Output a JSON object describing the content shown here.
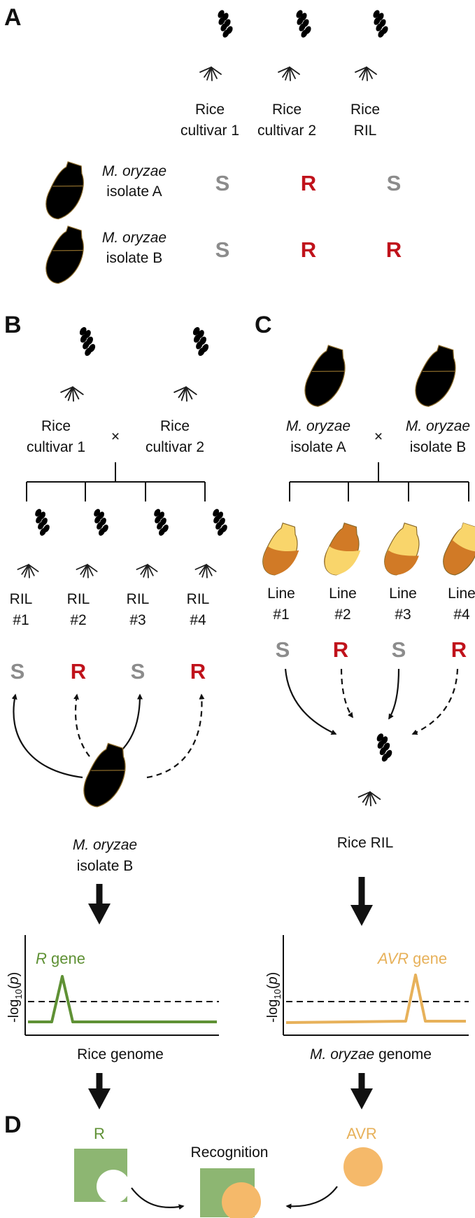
{
  "colors": {
    "susceptible": "#8c8c8c",
    "resistant": "#c0121b",
    "isolate_a": "#d17a26",
    "isolate_b": "#f9d56b",
    "r_gene": "#5f9135",
    "avr_gene": "#e7b15a",
    "r_protein": "#8db672",
    "avr_protein": "#f5b96a"
  },
  "panel_a": {
    "label": "A",
    "plants": [
      {
        "name": "Rice cultivar 1",
        "line1": "Rice",
        "line2": "cultivar 1",
        "icon": "rice-plant-light-icon"
      },
      {
        "name": "Rice cultivar 2",
        "line1": "Rice",
        "line2": "cultivar 2",
        "icon": "rice-plant-dark-icon"
      },
      {
        "name": "Rice RIL",
        "line1": "Rice",
        "line2": "RIL",
        "icon": "rice-plant-mixed-icon"
      }
    ],
    "isolates": [
      {
        "species": "M. oryzae",
        "name": "isolate A",
        "results": [
          "S",
          "R",
          "S"
        ]
      },
      {
        "species": "M. oryzae",
        "name": "isolate B",
        "results": [
          "S",
          "R",
          "R"
        ]
      }
    ]
  },
  "panel_b": {
    "label": "B",
    "parent1": {
      "line1": "Rice",
      "line2": "cultivar 1"
    },
    "parent2": {
      "line1": "Rice",
      "line2": "cultivar 2"
    },
    "cross": "×",
    "rils": [
      {
        "line1": "RIL",
        "line2": "#1",
        "result": "S"
      },
      {
        "line1": "RIL",
        "line2": "#2",
        "result": "R"
      },
      {
        "line1": "RIL",
        "line2": "#3",
        "result": "S"
      },
      {
        "line1": "RIL",
        "line2": "#4",
        "result": "R"
      }
    ],
    "isolate": {
      "species": "M. oryzae",
      "name": "isolate B"
    },
    "plot": {
      "peak_label_italic": "R",
      "peak_label_rest": " gene",
      "ylabel_prefix": "-log",
      "ylabel_sub": "10",
      "ylabel_suffix": "(p)",
      "xlabel": "Rice genome"
    }
  },
  "panel_c": {
    "label": "C",
    "parent1": {
      "species": "M. oryzae",
      "name": "isolate A"
    },
    "parent2": {
      "species": "M. oryzae",
      "name": "isolate B"
    },
    "cross": "×",
    "lines": [
      {
        "line1": "Line",
        "line2": "#1",
        "result": "S"
      },
      {
        "line1": "Line",
        "line2": "#2",
        "result": "R"
      },
      {
        "line1": "Line",
        "line2": "#3",
        "result": "S"
      },
      {
        "line1": "Line",
        "line2": "#4",
        "result": "R"
      }
    ],
    "host": "Rice RIL",
    "plot": {
      "peak_label_italic": "AVR",
      "peak_label_rest": " gene",
      "ylabel_prefix": "-log",
      "ylabel_sub": "10",
      "ylabel_suffix": "(p)",
      "xlabel_italic": "M. oryzae",
      "xlabel_rest": " genome"
    }
  },
  "panel_d": {
    "label": "D",
    "r_label": "R",
    "avr_label": "AVR",
    "recognition": "Recognition"
  }
}
